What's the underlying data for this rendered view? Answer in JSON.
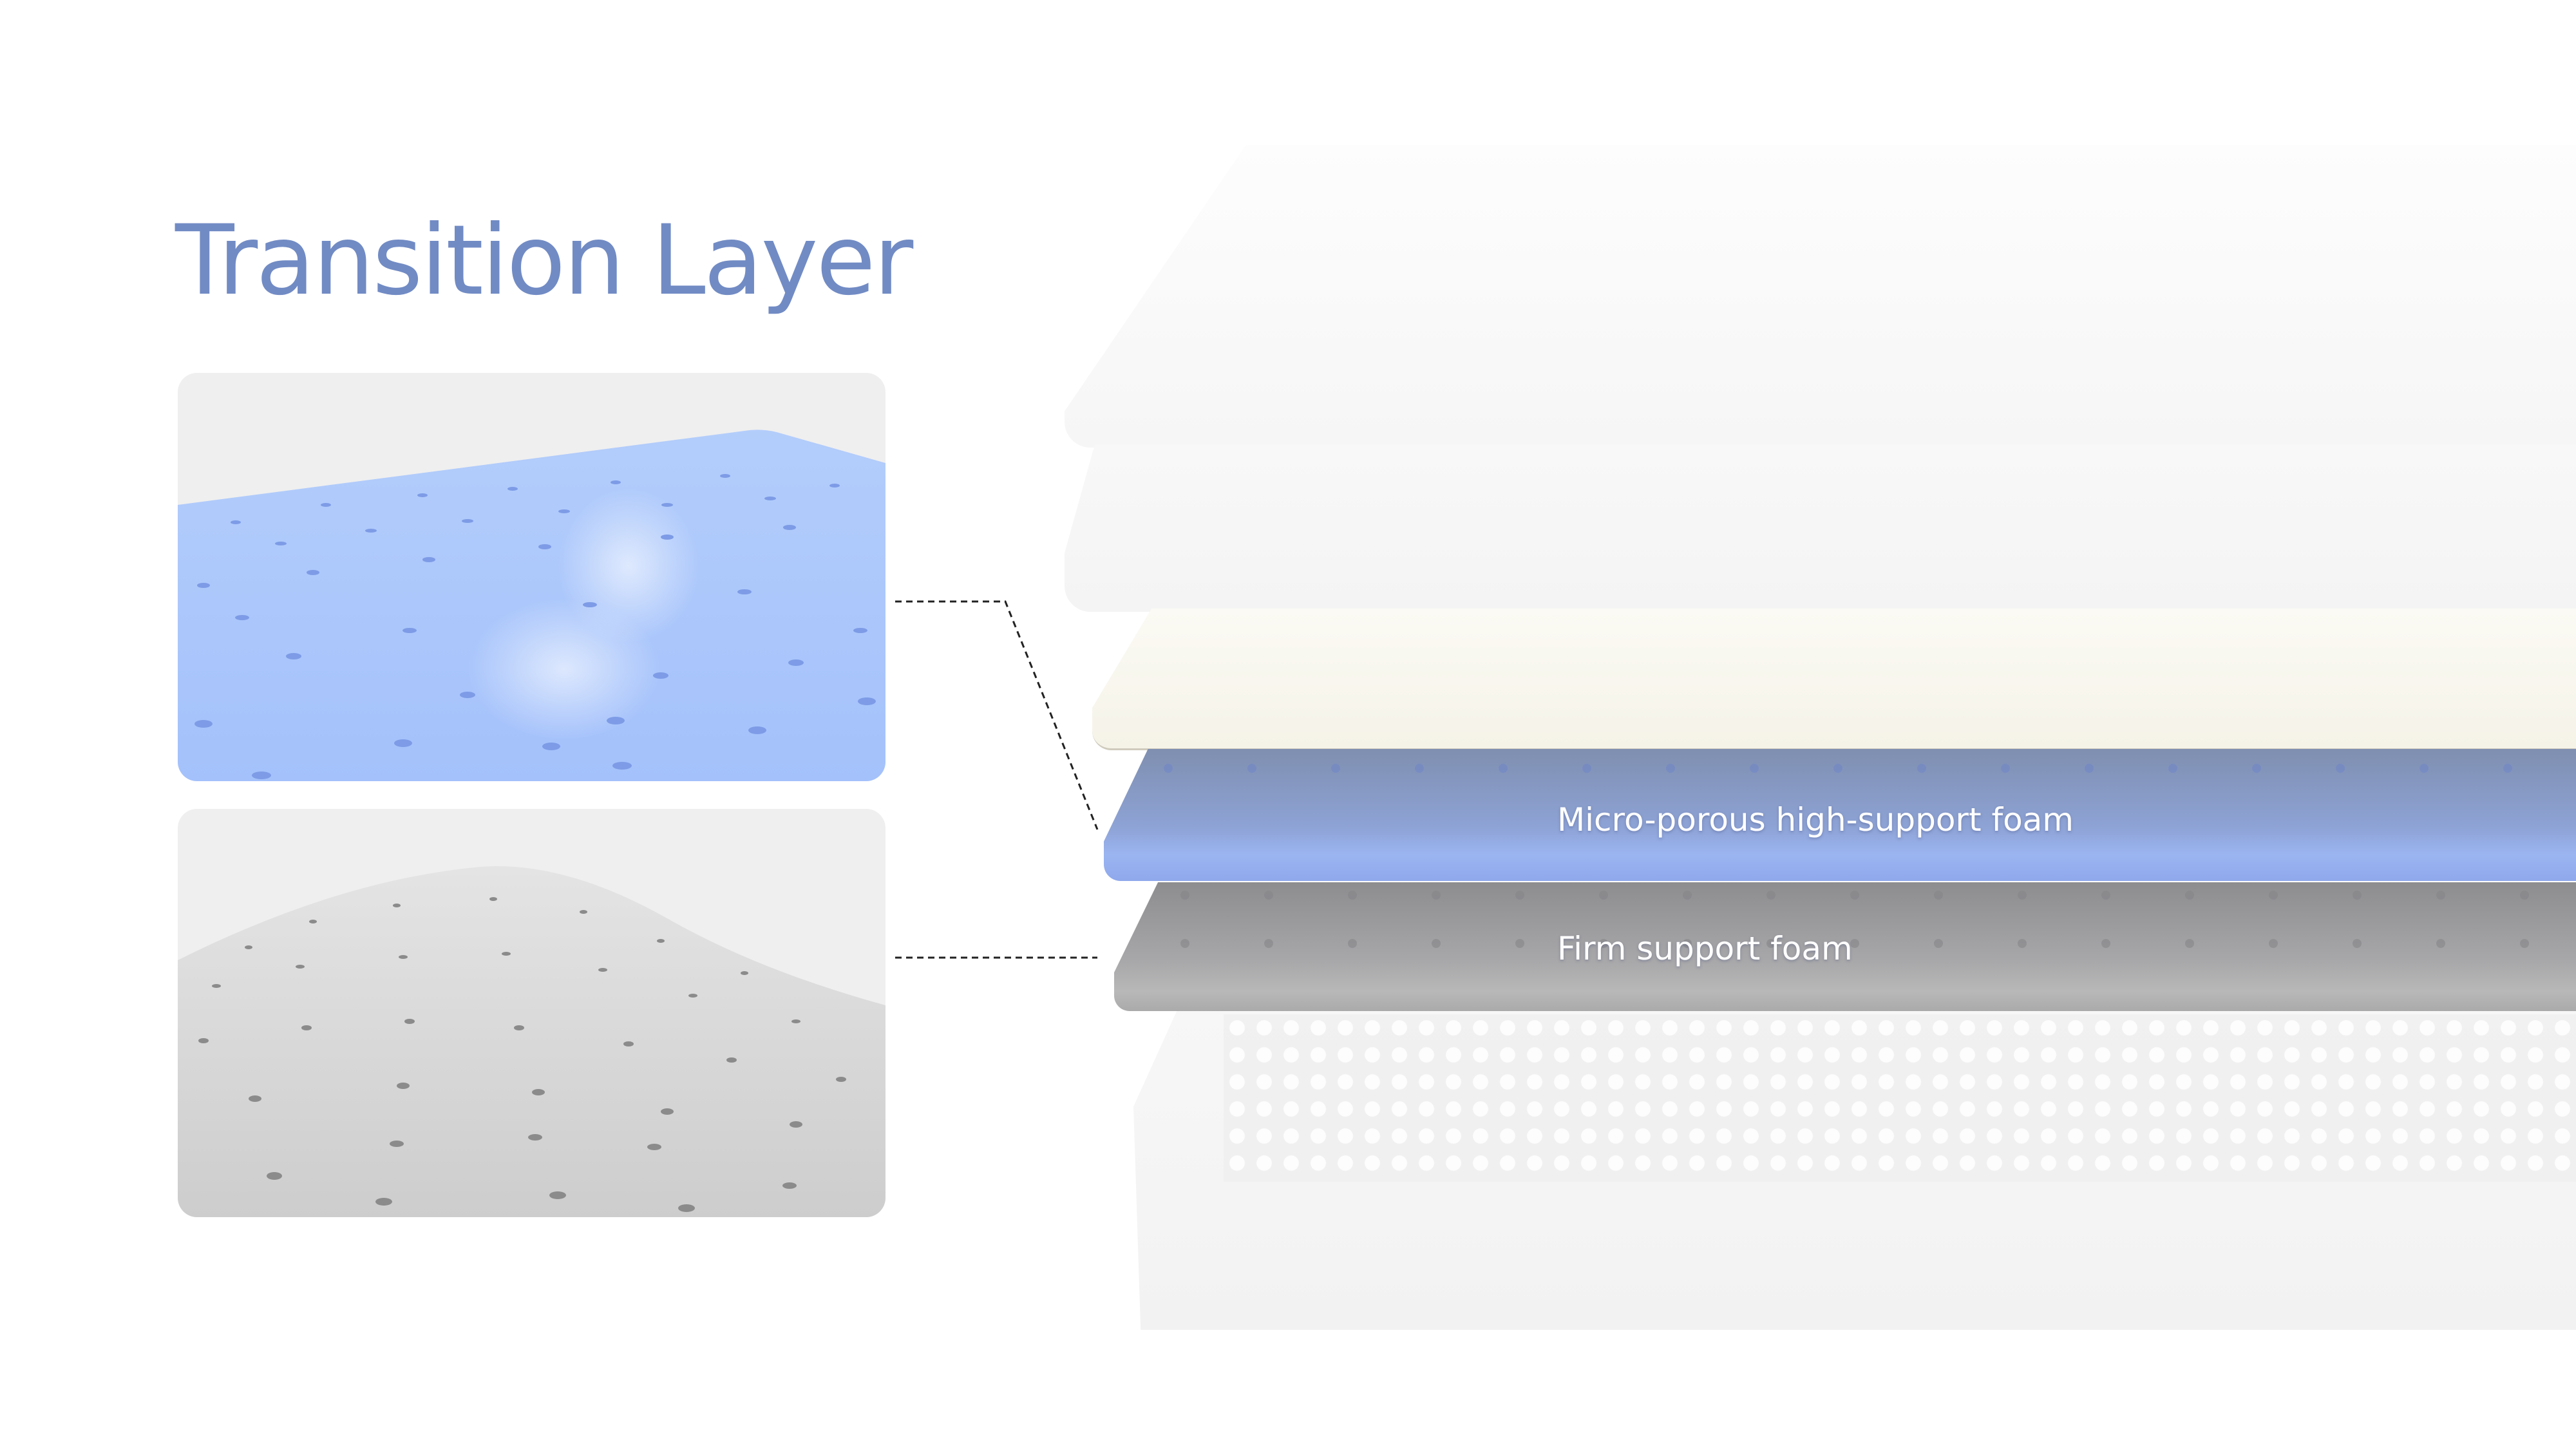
{
  "title": "Transition Layer",
  "layers": {
    "micro_porous": "Micro-porous high-support foam",
    "firm_support": "Firm support foam"
  },
  "colors": {
    "title": "#718bc4",
    "blue_foam": "#9bb5f1",
    "grey_foam": "#a7a7a9"
  }
}
